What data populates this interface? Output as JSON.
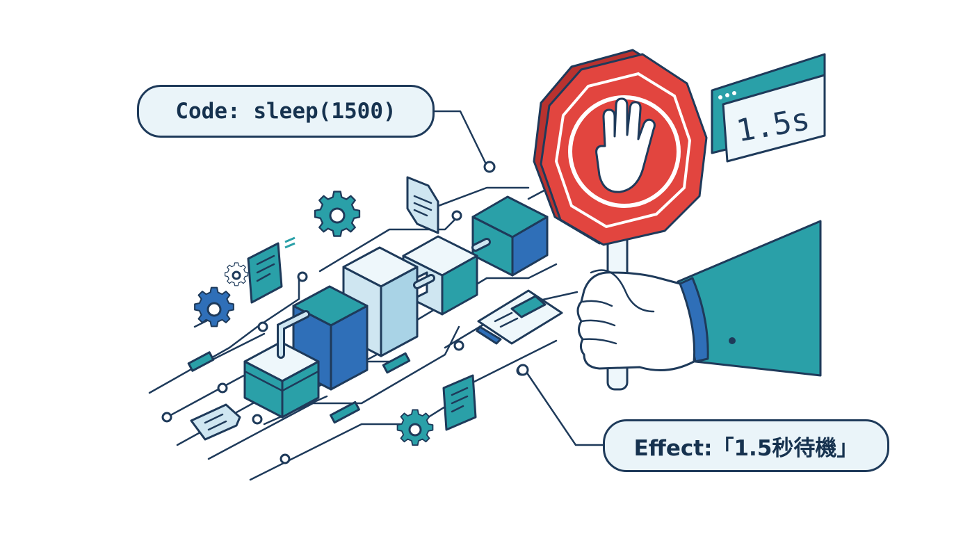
{
  "labels": {
    "code": "Code: sleep(1500)",
    "effect": "Effect:「1.5秒待機」",
    "timer": "1.5s"
  },
  "icons": {
    "stop_sign": "stop-hand-sign-icon",
    "timer": "timer-display-icon",
    "gear": "gear-icon",
    "document": "document-icon"
  },
  "colors": {
    "outline": "#1e3a5a",
    "teal": "#2aa0a8",
    "blue": "#2f6fb8",
    "light_blue": "#cfe6f1",
    "stop_red": "#e2453f",
    "callout_fill": "#eaf4f9"
  }
}
